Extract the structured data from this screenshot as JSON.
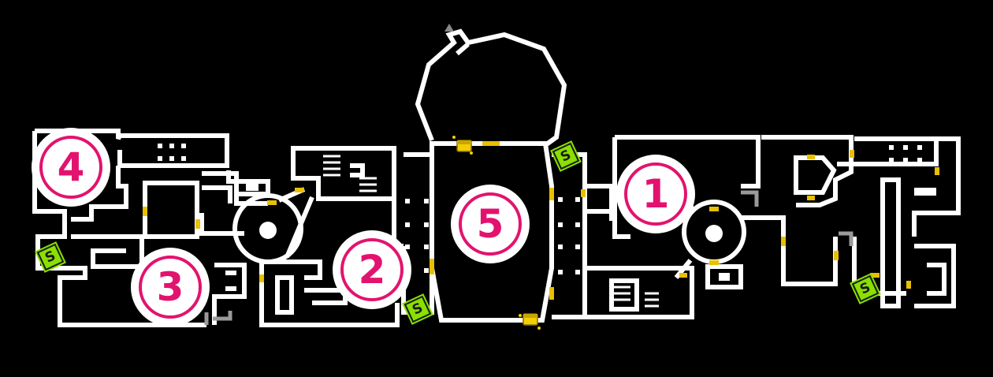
{
  "map": {
    "colors": {
      "background": "#000000",
      "walls": "#ffffff",
      "doors": "#e8c000",
      "marker_accent": "#e2136e",
      "save_point": "#8ae000"
    },
    "markers": [
      {
        "id": "1",
        "label": "①"
      },
      {
        "id": "2",
        "label": "②"
      },
      {
        "id": "3",
        "label": "③"
      },
      {
        "id": "4",
        "label": "④"
      },
      {
        "id": "5",
        "label": "⑤"
      }
    ],
    "save_points": [
      {
        "label": "S"
      },
      {
        "label": "S"
      },
      {
        "label": "S"
      },
      {
        "label": "S"
      }
    ],
    "icons": [
      "treasure-chest-icon",
      "treasure-chest-icon",
      "save-point-icon",
      "exit-arrow-icon"
    ]
  }
}
